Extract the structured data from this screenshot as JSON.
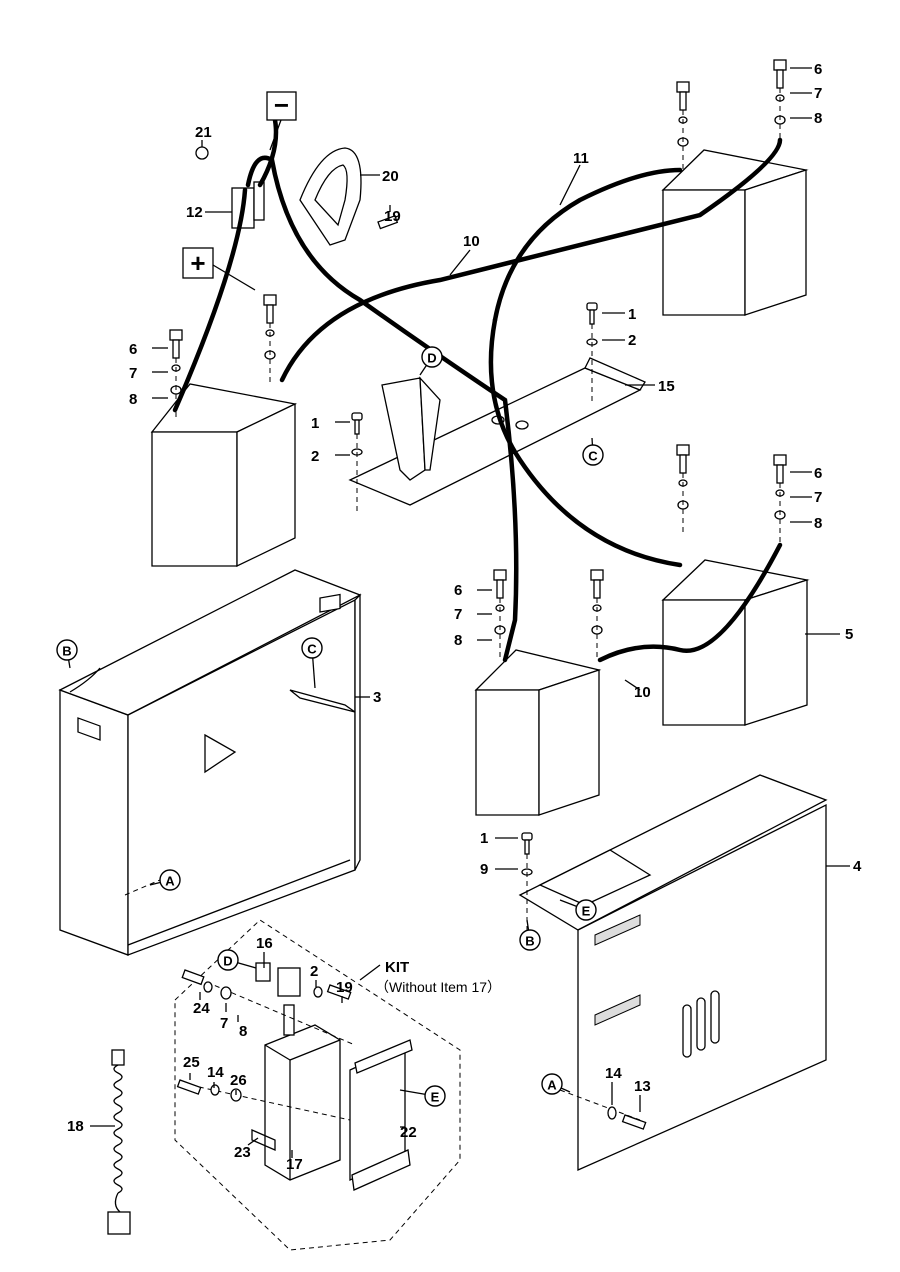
{
  "signs": {
    "negative": "−",
    "positive": "+"
  },
  "kit": {
    "label": "KIT",
    "note": "（Without  Item 17）"
  },
  "callouts": [
    "21",
    "12",
    "20",
    "19",
    "10",
    "11",
    "6",
    "7",
    "8",
    "6",
    "7",
    "8",
    "1",
    "2",
    "15",
    "1",
    "2",
    "6",
    "7",
    "8",
    "6",
    "7",
    "8",
    "5",
    "10",
    "3",
    "1",
    "9",
    "4",
    "16",
    "2",
    "19",
    "24",
    "7",
    "8",
    "25",
    "14",
    "26",
    "22",
    "23",
    "17",
    "18",
    "14",
    "13"
  ],
  "ref_markers": [
    "D",
    "C",
    "B",
    "C",
    "A",
    "E",
    "B",
    "D",
    "E",
    "A"
  ]
}
